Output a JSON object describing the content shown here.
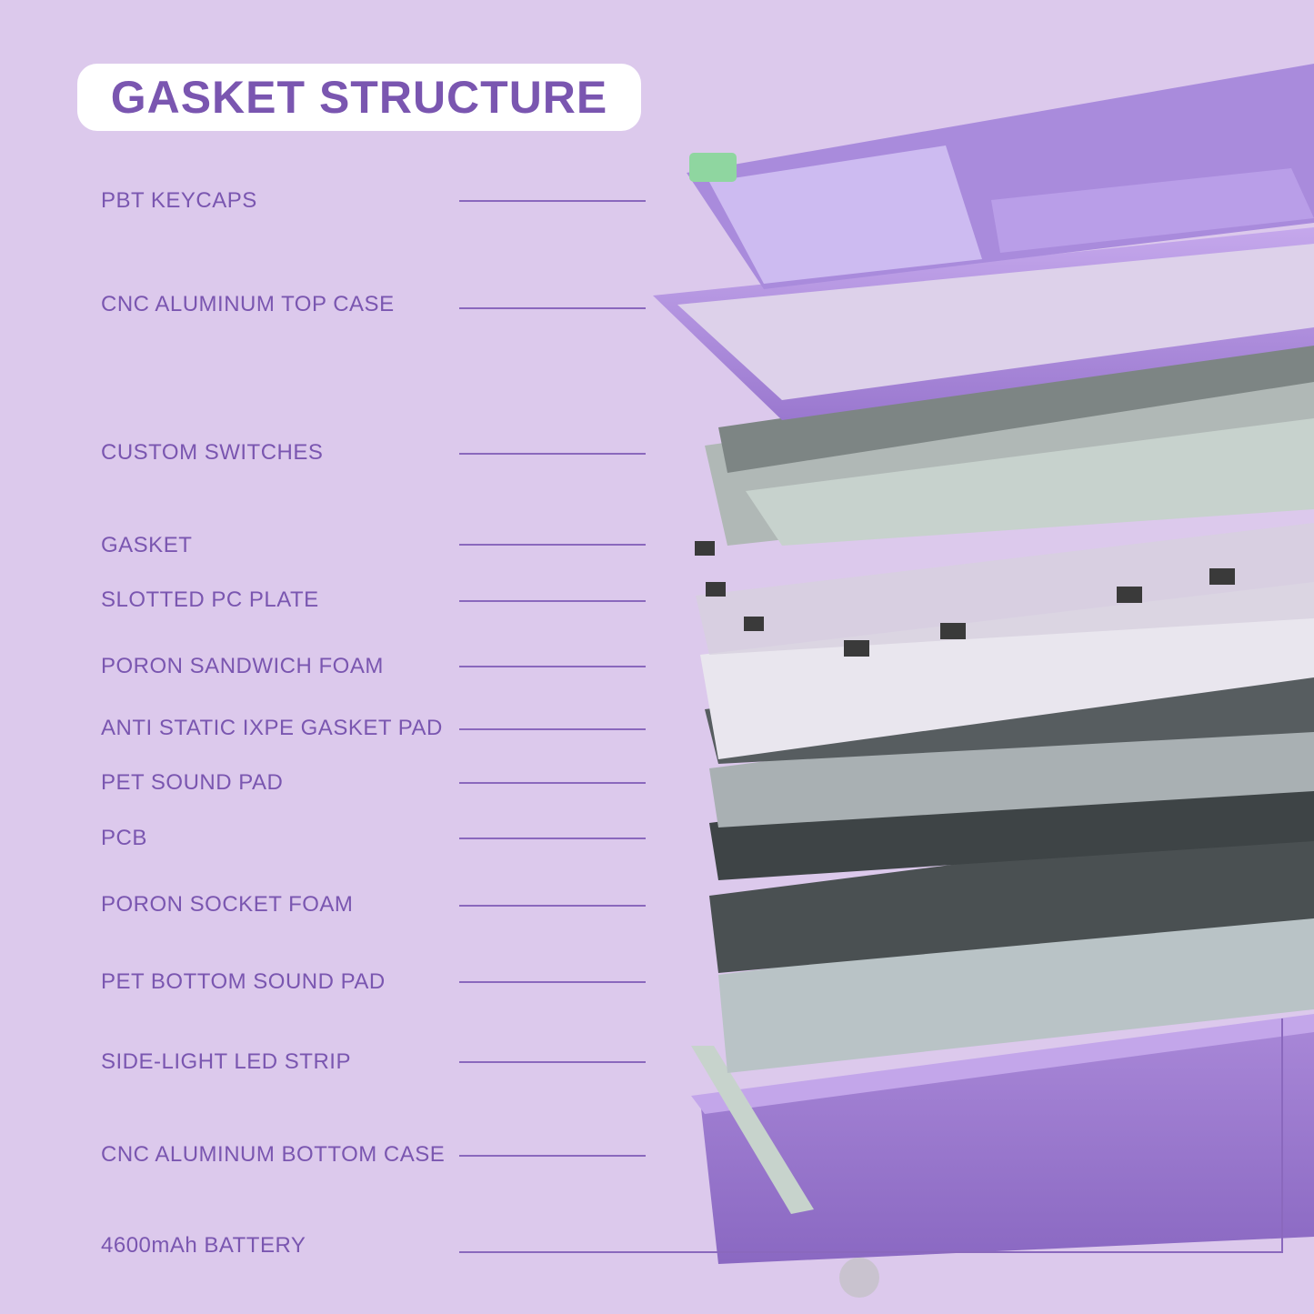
{
  "title": "GASKET STRUCTURE",
  "colors": {
    "background": "#dcc9ec",
    "label_text": "#7a56b0",
    "title_background": "#ffffff",
    "keycap_lavender": "#a98bdc",
    "keycap_accent_green": "#8fd6a0",
    "case_purple": "#b797e3",
    "plate_white": "#eeeaf3",
    "pad_gray": "#9aa0a4",
    "pcb_dark": "#3e4446"
  },
  "layers": [
    {
      "label": "PBT KEYCAPS"
    },
    {
      "label": "CNC ALUMINUM TOP CASE"
    },
    {
      "label": "CUSTOM SWITCHES"
    },
    {
      "label": "GASKET"
    },
    {
      "label": "SLOTTED PC PLATE"
    },
    {
      "label": "PORON SANDWICH FOAM"
    },
    {
      "label": "ANTI STATIC IXPE GASKET PAD"
    },
    {
      "label": "PET SOUND PAD"
    },
    {
      "label": "PCB"
    },
    {
      "label": "PORON SOCKET FOAM"
    },
    {
      "label": "PET BOTTOM SOUND PAD"
    },
    {
      "label": "SIDE-LIGHT LED STRIP"
    },
    {
      "label": "CNC ALUMINUM BOTTOM CASE"
    },
    {
      "label": "4600mAh BATTERY"
    }
  ]
}
